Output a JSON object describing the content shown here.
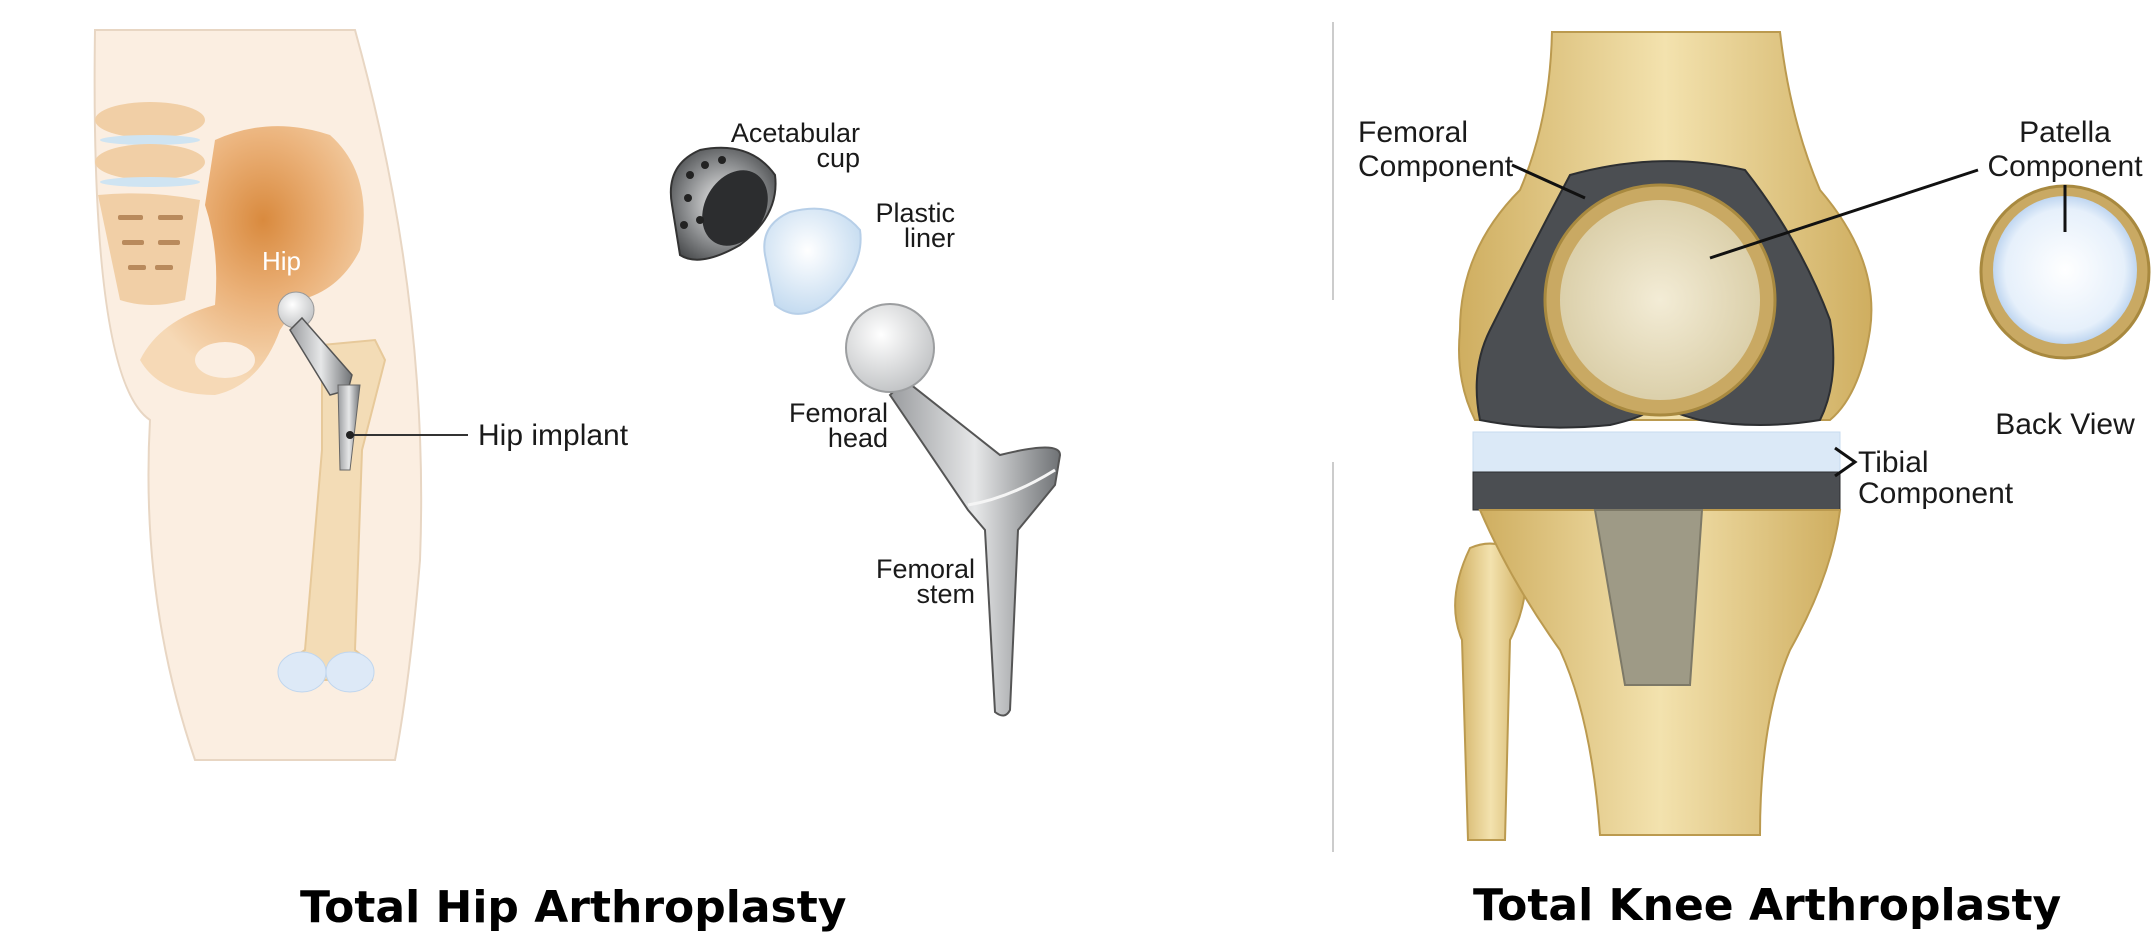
{
  "hip": {
    "region_label": "Hip",
    "implant_label": "Hip implant",
    "parts": {
      "acetabular_cup": [
        "Acetabular",
        "cup"
      ],
      "plastic_liner": [
        "Plastic",
        "liner"
      ],
      "femoral_head": [
        "Femoral",
        "head"
      ],
      "femoral_stem": [
        "Femoral",
        "stem"
      ]
    },
    "caption": "Total Hip Arthroplasty"
  },
  "knee": {
    "femoral_component": [
      "Femoral",
      "Component"
    ],
    "patella_component": [
      "Patella",
      "Component"
    ],
    "back_view": "Back View",
    "tibial_component": [
      "Tibial",
      "Component"
    ],
    "caption": "Total Knee Arthroplasty"
  },
  "colors": {
    "bone": "#f2d9a8",
    "knee_bone": "#e9cf88",
    "metal": "#4a4d50",
    "liner": "#dbe9f7",
    "pelvis": "#f0c79a"
  }
}
